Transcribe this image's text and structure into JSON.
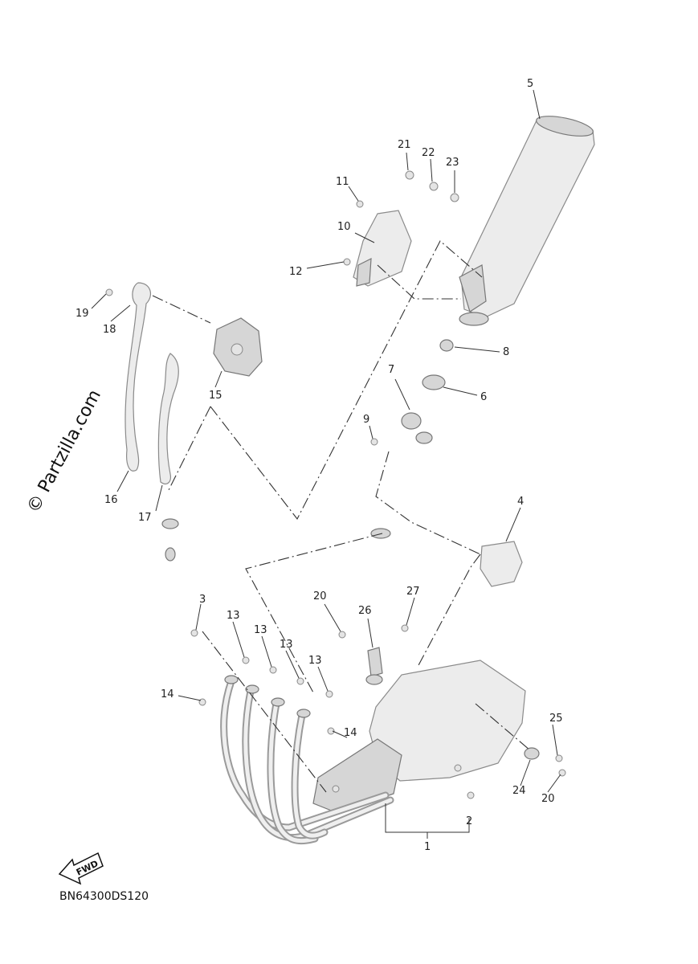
{
  "diagram": {
    "watermark": "© Partzilla.com",
    "code": "BN64300DS120",
    "fwd_label": "FWD",
    "callouts": {
      "c1": "1",
      "c2": "2",
      "c3": "3",
      "c4": "4",
      "c5": "5",
      "c6": "6",
      "c7": "7",
      "c8": "8",
      "c9": "9",
      "c10": "10",
      "c11": "11",
      "c12": "12",
      "c13a": "13",
      "c13b": "13",
      "c13c": "13",
      "c13d": "13",
      "c14a": "14",
      "c14b": "14",
      "c15": "15",
      "c16": "16",
      "c17": "17",
      "c18": "18",
      "c19": "19",
      "c20a": "20",
      "c20b": "20",
      "c21": "21",
      "c22": "22",
      "c23": "23",
      "c24": "24",
      "c25": "25",
      "c26": "26",
      "c27": "27"
    }
  }
}
